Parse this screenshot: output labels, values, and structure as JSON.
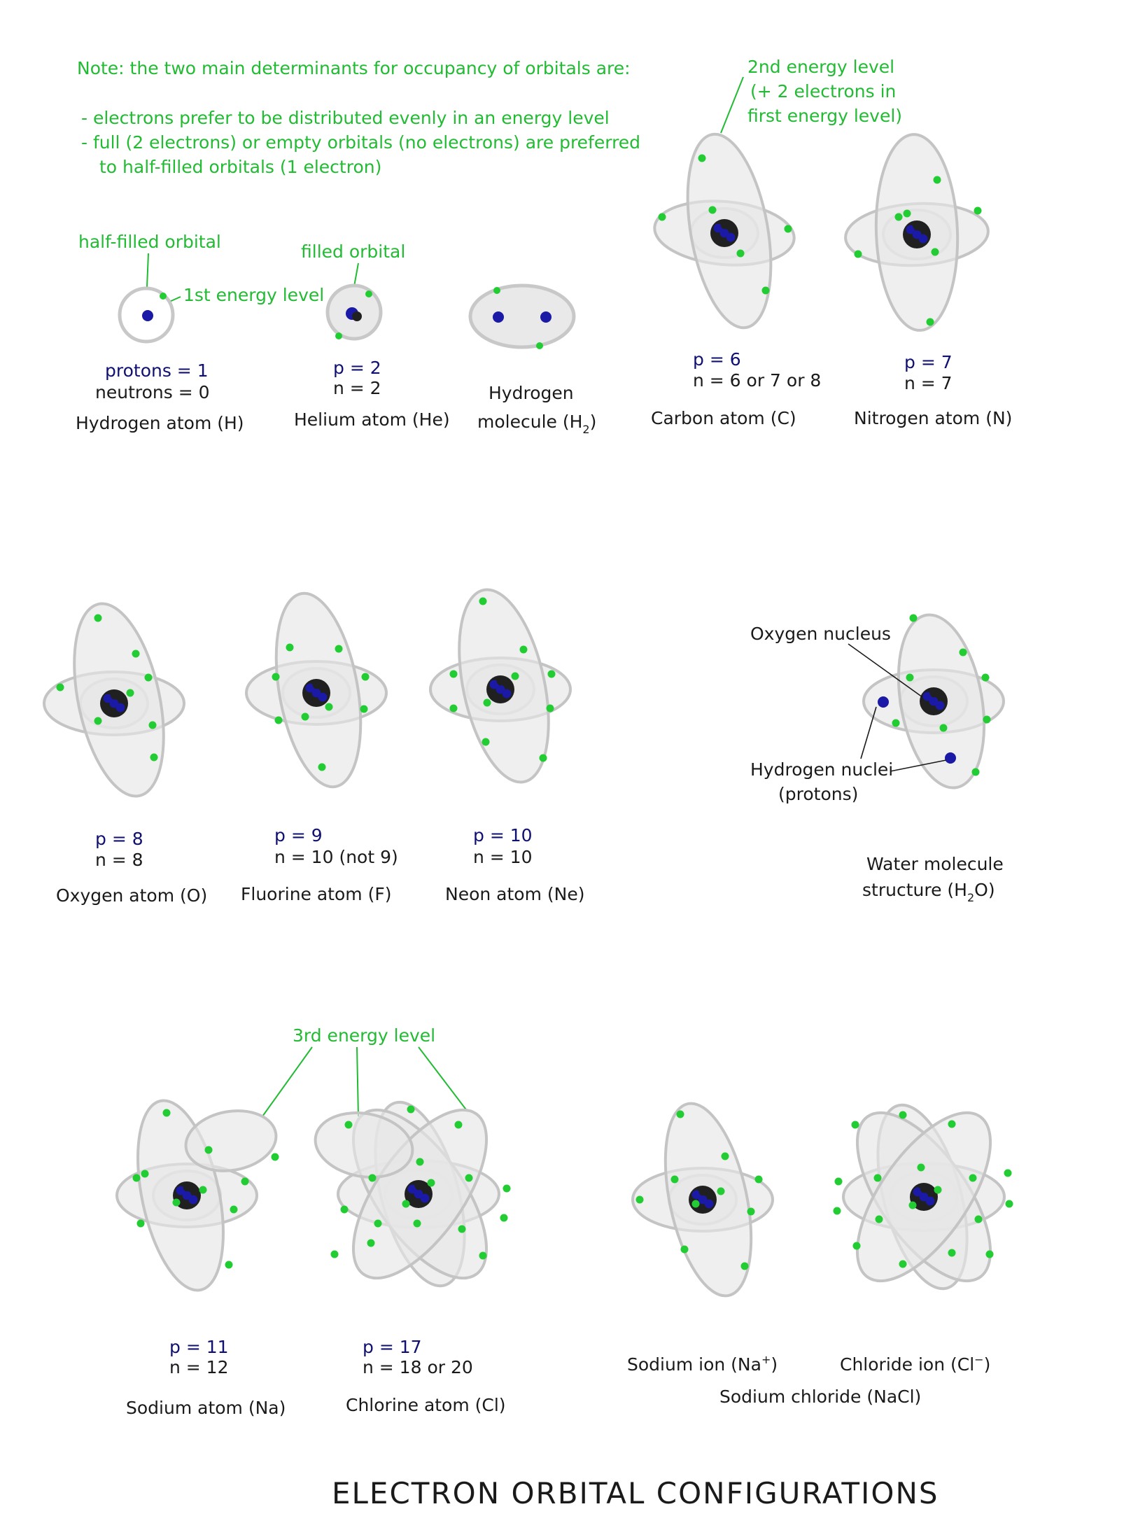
{
  "notes": {
    "intro": "Note: the two main determinants for occupancy of orbitals are:",
    "bullet1": "- electrons prefer to be distributed evenly in an energy level",
    "bullet2_line1": "- full (2 electrons) or empty orbitals (no electrons) are preferred",
    "bullet2_line2": "to half-filled orbitals (1 electron)"
  },
  "annotations": {
    "half_filled": "half-filled orbital",
    "first_level": "1st energy level",
    "filled": "filled orbital",
    "second_level_l1": "2nd energy level",
    "second_level_l2": "(+ 2 electrons in",
    "second_level_l3": "first energy level)",
    "third_level": "3rd energy level",
    "oxygen_nucleus": "Oxygen nucleus",
    "hydrogen_nuclei_l1": "Hydrogen nuclei",
    "hydrogen_nuclei_l2": "(protons)"
  },
  "atoms": {
    "hydrogen": {
      "p": "protons = 1",
      "n": "neutrons = 0",
      "name": "Hydrogen atom (H)"
    },
    "helium": {
      "p": "p = 2",
      "n": "n = 2",
      "name": "Helium atom (He)"
    },
    "h2": {
      "line1": "Hydrogen",
      "line2_main": "molecule (H",
      "line2_sub": "2",
      "line2_end": ")"
    },
    "carbon": {
      "p": "p = 6",
      "n": "n = 6 or 7 or 8",
      "name": "Carbon atom (C)"
    },
    "nitrogen": {
      "p": "p = 7",
      "n": "n = 7",
      "name": "Nitrogen atom (N)"
    },
    "oxygen": {
      "p": "p = 8",
      "n": "n = 8",
      "name": "Oxygen atom (O)"
    },
    "fluorine": {
      "p": "p = 9",
      "n": "n = 10 (not 9)",
      "name": "Fluorine atom (F)"
    },
    "neon": {
      "p": "p = 10",
      "n": "n = 10",
      "name": "Neon atom (Ne)"
    },
    "water": {
      "line1": "Water molecule",
      "line2_main": "structure (H",
      "line2_sub": "2",
      "line2_end": "O)"
    },
    "sodium": {
      "p": "p = 11",
      "n": "n = 12",
      "name": "Sodium atom (Na)"
    },
    "chlorine": {
      "p": "p = 17",
      "n": "n = 18 or 20",
      "name": "Chlorine atom (Cl)"
    },
    "sodium_ion": {
      "main": "Sodium ion (Na",
      "sup": "+",
      "end": ")"
    },
    "chloride_ion": {
      "main": "Chloride ion (Cl",
      "sup": "−",
      "end": ")"
    },
    "nacl": "Sodium chloride (NaCl)"
  },
  "title": "ELECTRON ORBITAL CONFIGURATIONS",
  "colors": {
    "annotation": "#22bb33",
    "label": "#1a1a1a",
    "counts": "#101070",
    "electron": "#22cc33",
    "proton": "#1a1aa6",
    "neutron": "#202020",
    "orbital_fill": "#e6e6e6",
    "orbital_stroke": "#c4c4c4"
  }
}
